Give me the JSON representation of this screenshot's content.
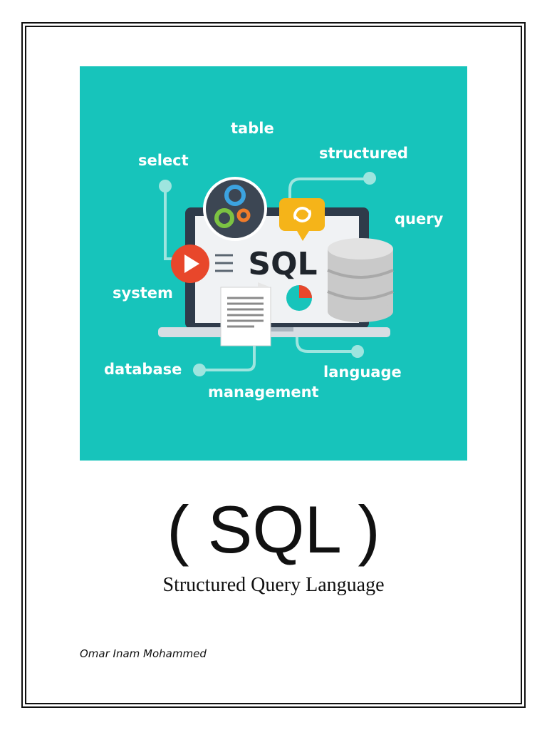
{
  "cover": {
    "keywords": {
      "table": "table",
      "select": "select",
      "structured": "structured",
      "query": "query",
      "system": "system",
      "database": "database",
      "management": "management",
      "language": "language"
    },
    "screen_label": "SQL",
    "background_color": "#17c4bb",
    "icons": [
      "gears-icon",
      "refresh-bubble-icon",
      "play-icon",
      "database-icon",
      "document-icon",
      "pie-chart-icon",
      "laptop-icon"
    ]
  },
  "title": "( SQL )",
  "subtitle": "Structured Query Language",
  "author": "Omar Inam Mohammed"
}
